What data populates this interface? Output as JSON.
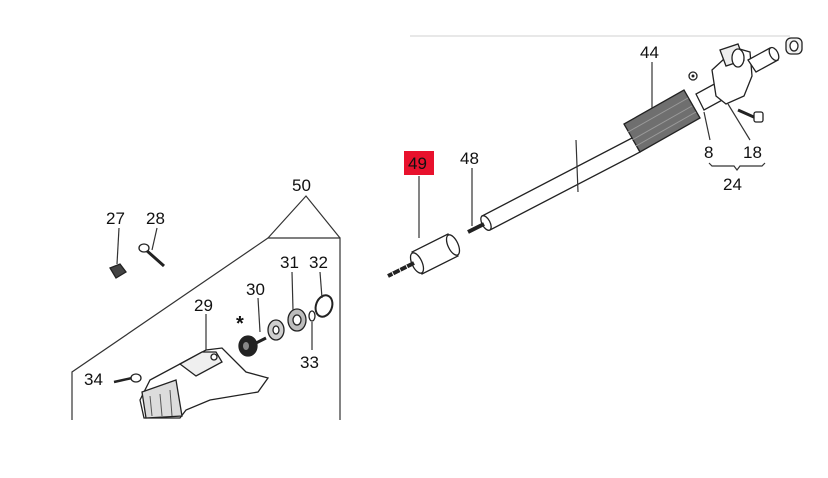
{
  "parts": {
    "p44": "44",
    "p8": "8",
    "p18": "18",
    "p24": "24",
    "p49": "49",
    "p48": "48",
    "p50": "50",
    "p27": "27",
    "p28": "28",
    "p31": "31",
    "p32": "32",
    "p30": "30",
    "p29": "29",
    "p33": "33",
    "p34": "34",
    "star": "*"
  },
  "colors": {
    "highlight": "#e8112d",
    "ink": "#222222",
    "grip": "#6f6f6f"
  }
}
